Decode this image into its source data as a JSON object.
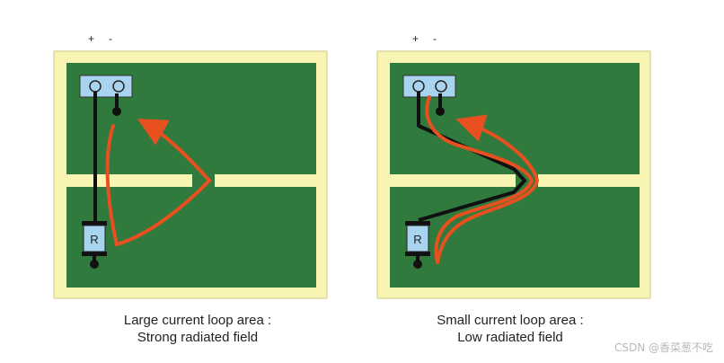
{
  "panels": [
    {
      "id": "large-loop",
      "plus_label": "+",
      "minus_label": "-",
      "resistor_label": "R",
      "caption_line1": "Large current loop area :",
      "caption_line2": "Strong radiated field"
    },
    {
      "id": "small-loop",
      "plus_label": "+",
      "minus_label": "-",
      "resistor_label": "R",
      "caption_line1": "Small current loop area :",
      "caption_line2": "Low radiated field"
    }
  ],
  "watermark": "CSDN @香菜葱不吃",
  "colors": {
    "board_border": "#f8f4b4",
    "board_green": "#2f7a3c",
    "gap_fill": "#f8f4b4",
    "connector": "#a9d4ef",
    "trace": "#111111",
    "current_path": "#e8501f"
  }
}
